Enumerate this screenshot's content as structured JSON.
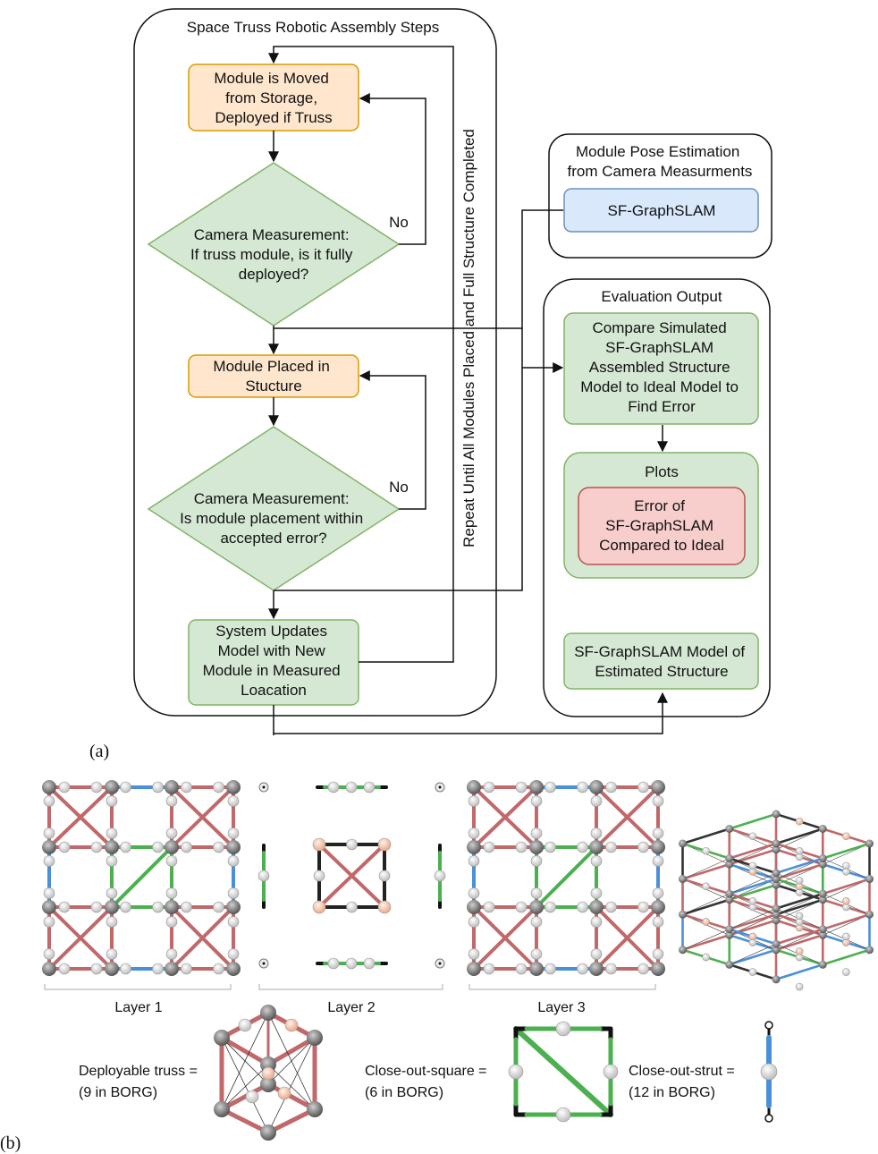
{
  "flowchart": {
    "group_title": "Space Truss Robotic Assembly Steps",
    "step_move": [
      "Module is Moved",
      "from Storage,",
      "Deployed if Truss"
    ],
    "decision_deploy": [
      "Camera Measurement:",
      "If truss module, is it fully",
      "deployed?"
    ],
    "step_place": [
      "Module Placed in",
      "Stucture"
    ],
    "decision_error": [
      "Camera Measurement:",
      "Is module placement within",
      "accepted error?"
    ],
    "step_update": [
      "System Updates",
      "Model with New",
      "Module in Measured",
      "Loacation"
    ],
    "no_label_1": "No",
    "no_label_2": "No",
    "repeat_label": "Repeat Until All Modules Placed and Full Structure Completed"
  },
  "pose_estimation": {
    "title": [
      "Module Pose Estimation",
      "from Camera Measurments"
    ],
    "method": "SF-GraphSLAM"
  },
  "evaluation": {
    "title": "Evaluation Output",
    "compare": [
      "Compare Simulated",
      "SF-GraphSLAM",
      "Assembled Structure",
      "Model to Ideal Model to",
      "Find Error"
    ],
    "plots_title": "Plots",
    "plots_error": [
      "Error of",
      "SF-GraphSLAM",
      "Compared to Ideal"
    ],
    "model": [
      "SF-GraphSLAM Model of",
      "Estimated Structure"
    ]
  },
  "panel_a_label": "(a)",
  "panel_b_label": "(b)",
  "layers": [
    "Layer 1",
    "Layer 2",
    "Layer 3"
  ],
  "legend": {
    "truss": [
      "Deployable truss =",
      "(9 in BORG)"
    ],
    "square": [
      "Close-out-square =",
      "(6 in BORG)"
    ],
    "strut": [
      "Close-out-strut =",
      "(12 in BORG)"
    ]
  },
  "colors": {
    "orange_fill": "#ffe6cc",
    "orange_stroke": "#d79b00",
    "green_fill": "#d5e8d4",
    "green_stroke": "#82b366",
    "blue_fill": "#dae8fc",
    "blue_stroke": "#6c8ebf",
    "red_fill": "#f8cecc",
    "red_stroke": "#b85450",
    "truss_red": "#c0686a",
    "truss_green": "#4cb050",
    "truss_blue": "#4a90d9"
  }
}
